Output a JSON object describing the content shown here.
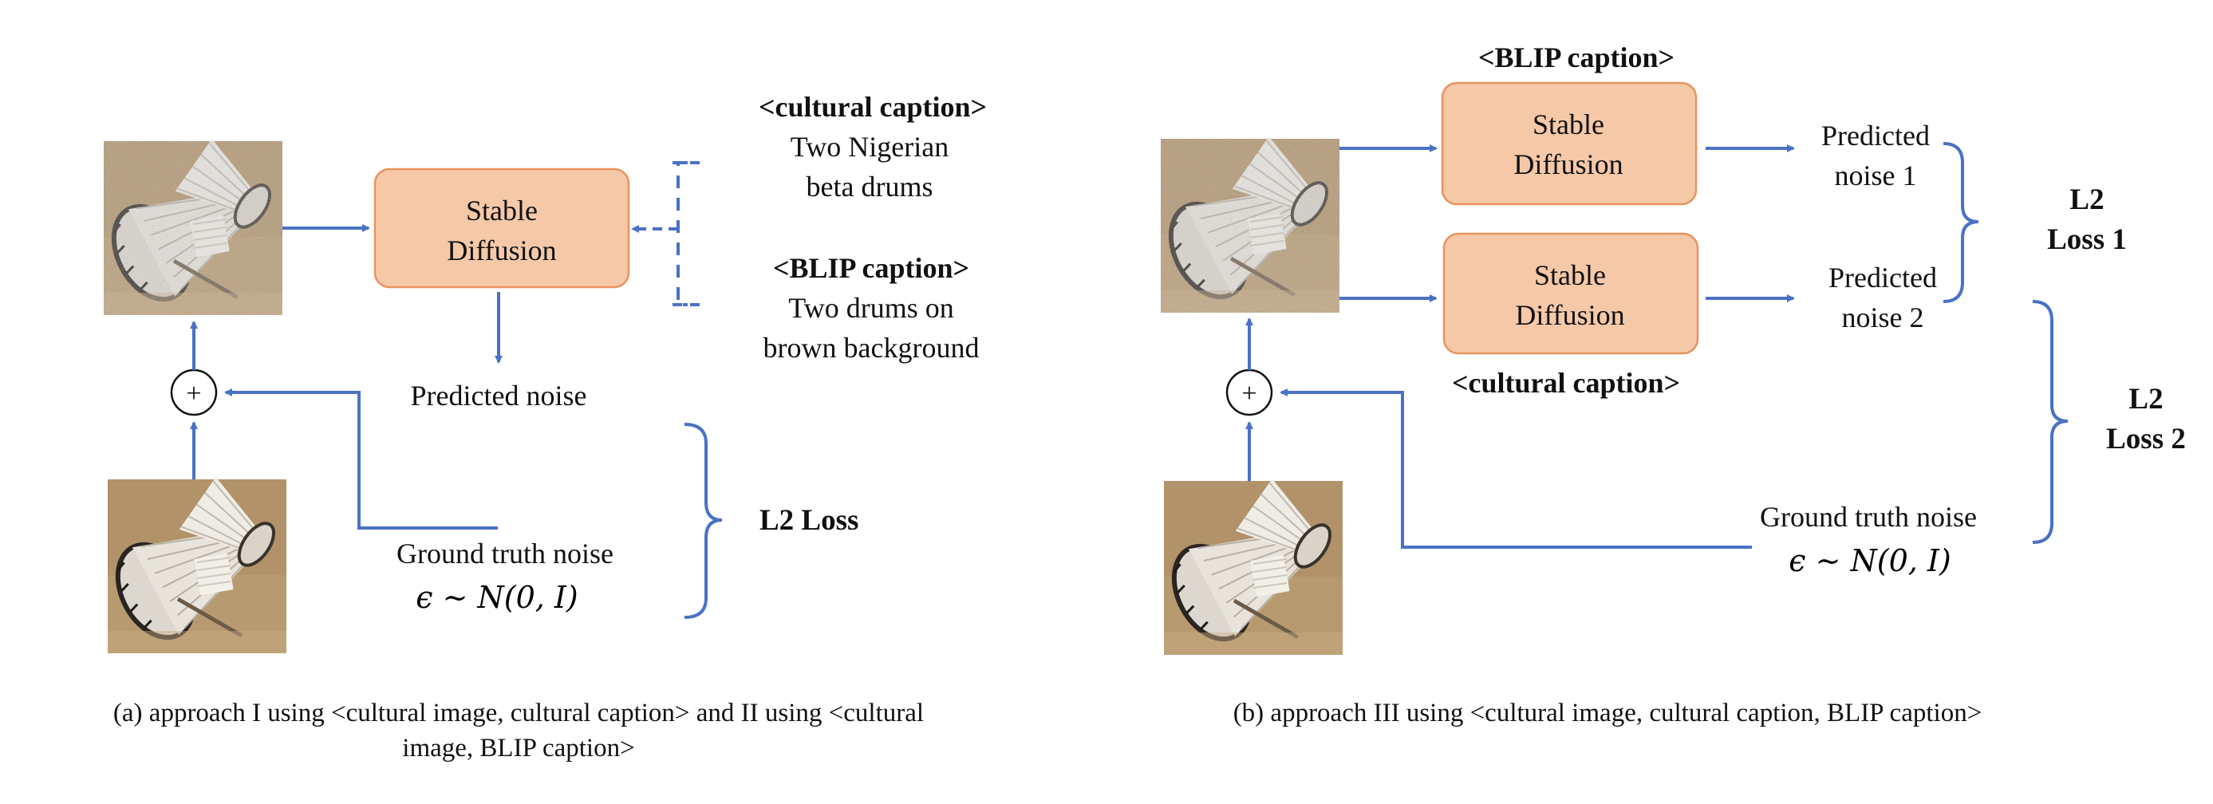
{
  "colors": {
    "arrow": "#4a72c4",
    "box_fill": "#f5c8a8",
    "box_stroke": "#e8935d"
  },
  "panel_a": {
    "model_box": {
      "line1": "Stable",
      "line2": "Diffusion"
    },
    "cultural_caption": {
      "tag": "<cultural caption>",
      "line1": "Two Nigerian",
      "line2": "beta drums"
    },
    "blip_caption": {
      "tag": "<BLIP caption>",
      "line1": "Two drums on",
      "line2": "brown background"
    },
    "predicted_noise": "Predicted noise",
    "ground_truth_noise": "Ground truth noise",
    "noise_formula": "ϵ ∼ N(0, I)",
    "loss_label": "L2 Loss",
    "plus_symbol": "+",
    "caption_line1": "(a) approach I using <cultural image, cultural caption> and II using <cultural",
    "caption_line2": "image, BLIP caption>"
  },
  "panel_b": {
    "blip_caption_tag": "<BLIP caption>",
    "model_box_1": {
      "line1": "Stable",
      "line2": "Diffusion"
    },
    "model_box_2": {
      "line1": "Stable",
      "line2": "Diffusion"
    },
    "cultural_caption_tag": "<cultural caption>",
    "predicted_noise_1": {
      "line1": "Predicted",
      "line2": "noise 1"
    },
    "predicted_noise_2": {
      "line1": "Predicted",
      "line2": "noise 2"
    },
    "loss_1": {
      "line1": "L2",
      "line2": "Loss 1"
    },
    "loss_2": {
      "line1": "L2",
      "line2": "Loss 2"
    },
    "ground_truth_noise": "Ground truth noise",
    "noise_formula": "ϵ ∼ N(0, I)",
    "plus_symbol": "+",
    "caption": "(b) approach III using <cultural image, cultural caption, BLIP caption>"
  }
}
